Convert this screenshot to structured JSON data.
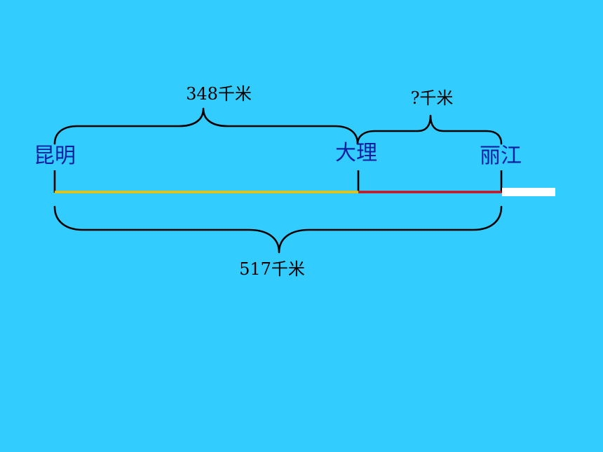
{
  "cities": {
    "kunming": "昆明",
    "dali": "大理",
    "lijiang": "丽江"
  },
  "distances": {
    "kunming_to_dali": "348千米",
    "dali_to_lijiang": "?千米",
    "kunming_to_lijiang": "517千米"
  },
  "colors": {
    "background": "#33ccff",
    "kunming_dali_segment": "#f2c200",
    "dali_lijiang_segment": "#cc1122",
    "extension_segment": "#ffffff",
    "city_label": "#0b1fa0",
    "braces": "#000000"
  }
}
